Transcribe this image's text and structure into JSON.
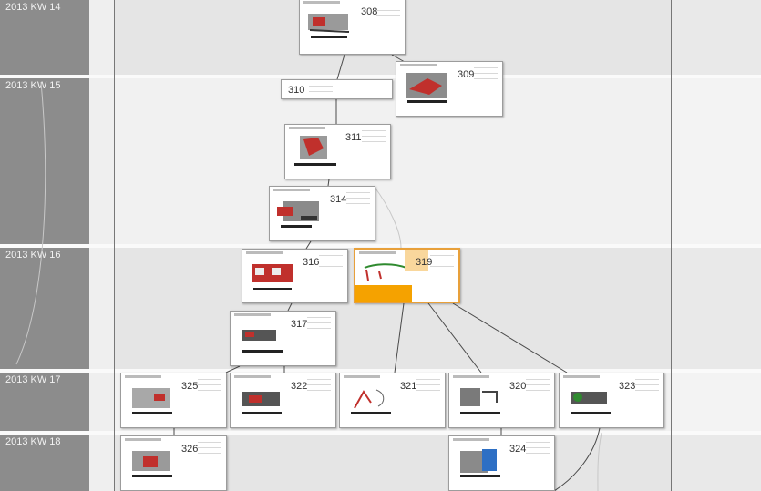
{
  "weeks": [
    {
      "id": "kw14",
      "label": "2013 KW 14"
    },
    {
      "id": "kw15",
      "label": "2013 KW 15"
    },
    {
      "id": "kw16",
      "label": "2013 KW 16"
    },
    {
      "id": "kw17",
      "label": "2013 KW 17"
    },
    {
      "id": "kw18",
      "label": "2013 KW 18"
    }
  ],
  "nodes": [
    {
      "id": "308",
      "label": "308"
    },
    {
      "id": "309",
      "label": "309"
    },
    {
      "id": "310",
      "label": "310"
    },
    {
      "id": "311",
      "label": "311"
    },
    {
      "id": "314",
      "label": "314"
    },
    {
      "id": "316",
      "label": "316"
    },
    {
      "id": "319",
      "label": "319",
      "selected": true
    },
    {
      "id": "317",
      "label": "317"
    },
    {
      "id": "325",
      "label": "325"
    },
    {
      "id": "322",
      "label": "322"
    },
    {
      "id": "321",
      "label": "321"
    },
    {
      "id": "320",
      "label": "320"
    },
    {
      "id": "323",
      "label": "323"
    },
    {
      "id": "326",
      "label": "326"
    },
    {
      "id": "324",
      "label": "324"
    }
  ],
  "edges": [
    [
      "308",
      "310"
    ],
    [
      "308",
      "309"
    ],
    [
      "310",
      "311"
    ],
    [
      "311",
      "314"
    ],
    [
      "314",
      "316"
    ],
    [
      "316",
      "317"
    ],
    [
      "317",
      "325"
    ],
    [
      "317",
      "322"
    ],
    [
      "319",
      "321"
    ],
    [
      "319",
      "320"
    ],
    [
      "319",
      "323"
    ],
    [
      "325",
      "326"
    ],
    [
      "320",
      "324"
    ],
    [
      "323",
      "324"
    ]
  ],
  "colors": {
    "selected": "#f5a200",
    "accent": "#e8a03a"
  }
}
